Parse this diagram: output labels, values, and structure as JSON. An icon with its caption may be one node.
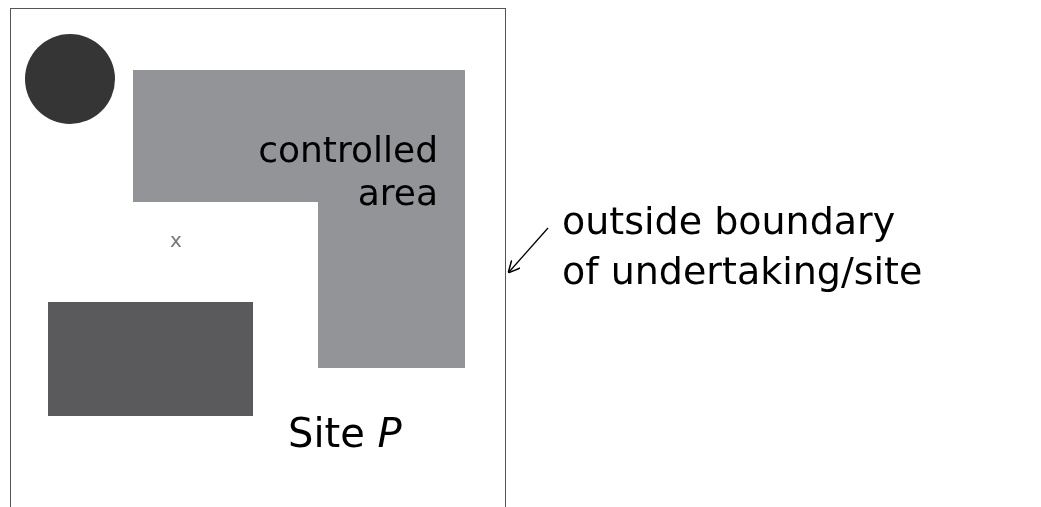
{
  "diagram": {
    "nodes": [
      {
        "text": [
          "Site *P*"
        ]
      },
      {
        "text": [],
        "shape": "circle",
        "in": 0
      },
      {
        "text": [
          "controlled area"
        ],
        "in": 0
      },
      {
        "text": [],
        "shape": "box",
        "in": 0
      },
      {
        "text": [
          "outside boundary of undertaking/site"
        ]
      }
    ],
    "edges": [
      {
        "from": 4,
        "to": 0,
        "arrow": "to"
      }
    ],
    "labels": [
      "x"
    ]
  }
}
